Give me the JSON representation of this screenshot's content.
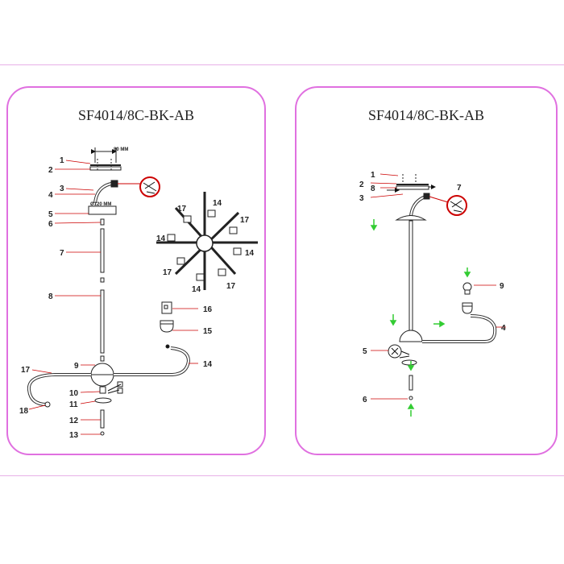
{
  "left_panel": {
    "title": "SF4014/8C-BK-AB",
    "dim_canopy": "80 MM",
    "dim_diameter": "Ø120 MM",
    "labels": [
      "1",
      "2",
      "3",
      "4",
      "5",
      "6",
      "7",
      "8",
      "9",
      "10",
      "11",
      "12",
      "13",
      "14",
      "15",
      "16",
      "17",
      "18"
    ],
    "top_view_labels": [
      "17",
      "14",
      "17",
      "14",
      "17",
      "14",
      "17",
      "14"
    ]
  },
  "right_panel": {
    "title": "SF4014/8C-BK-AB",
    "labels": [
      "1",
      "2",
      "8",
      "3",
      "7",
      "9",
      "4",
      "5",
      "6"
    ]
  },
  "colors": {
    "panel_border": "#e070e0",
    "divider": "#e8b0e8",
    "leader_line": "#cc0000",
    "arrow_green": "#33cc33"
  }
}
